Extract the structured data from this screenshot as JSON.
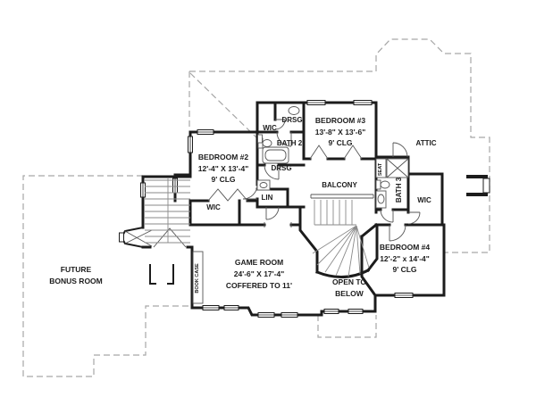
{
  "colors": {
    "wall": "#1c1c1c",
    "line": "#555555",
    "stair": "#8a8a8a",
    "dash": "#a6a6a6",
    "text": "#1c1c1c",
    "bg": "#ffffff"
  },
  "labels": {
    "future_bonus": [
      "FUTURE",
      "BONUS ROOM"
    ],
    "bedroom2": [
      "BEDROOM #2",
      "12'-4\" X 13'-4\"",
      "9' CLG"
    ],
    "bedroom3": [
      "BEDROOM #3",
      "13'-8\" X 13'-6\"",
      "9' CLG"
    ],
    "bedroom4": [
      "BEDROOM #4",
      "12'-2\" x 14'-4\"",
      "9' CLG"
    ],
    "game_room": [
      "GAME ROOM",
      "24'-6\" X 17'-4\"",
      "COFFERED TO 11'"
    ],
    "open_to_below": [
      "OPEN TO",
      "BELOW"
    ],
    "balcony": "BALCONY",
    "attic": "ATTIC",
    "bath2": "BATH 2",
    "bath3": "BATH 3",
    "drsg_upper": "DRSG",
    "drsg_lower": "DRSG",
    "wic_upper": "WIC",
    "wic_bedroom2": "WIC",
    "wic_right": "WIC",
    "lin": "LIN",
    "seat": "SEAT",
    "bookcase": "BOOK CASE"
  }
}
